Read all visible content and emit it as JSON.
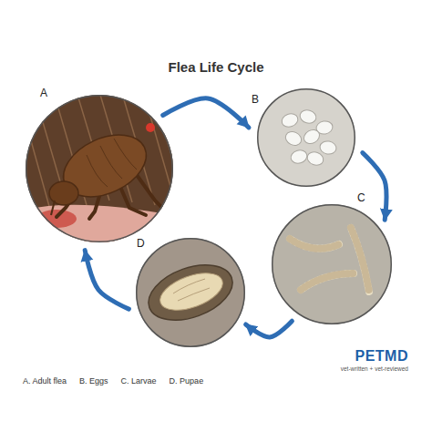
{
  "diagram": {
    "title": "Flea Life Cycle",
    "nodes": [
      {
        "text": [
          "A"
        ]
      },
      {
        "text": [
          "B"
        ]
      },
      {
        "text": [
          "C"
        ]
      },
      {
        "text": [
          "D"
        ]
      }
    ],
    "edges": [
      {
        "from": 0,
        "to": 1,
        "arrow": "to"
      },
      {
        "from": 1,
        "to": 2,
        "arrow": "to"
      },
      {
        "from": 2,
        "to": 3,
        "arrow": "to"
      },
      {
        "from": 3,
        "to": 0,
        "arrow": "to"
      }
    ],
    "labels": [
      "A. Adult flea",
      "B. Eggs",
      "C. Larvae",
      "D. Pupae",
      "PETMD",
      "vet-written + vet-reviewed"
    ]
  }
}
